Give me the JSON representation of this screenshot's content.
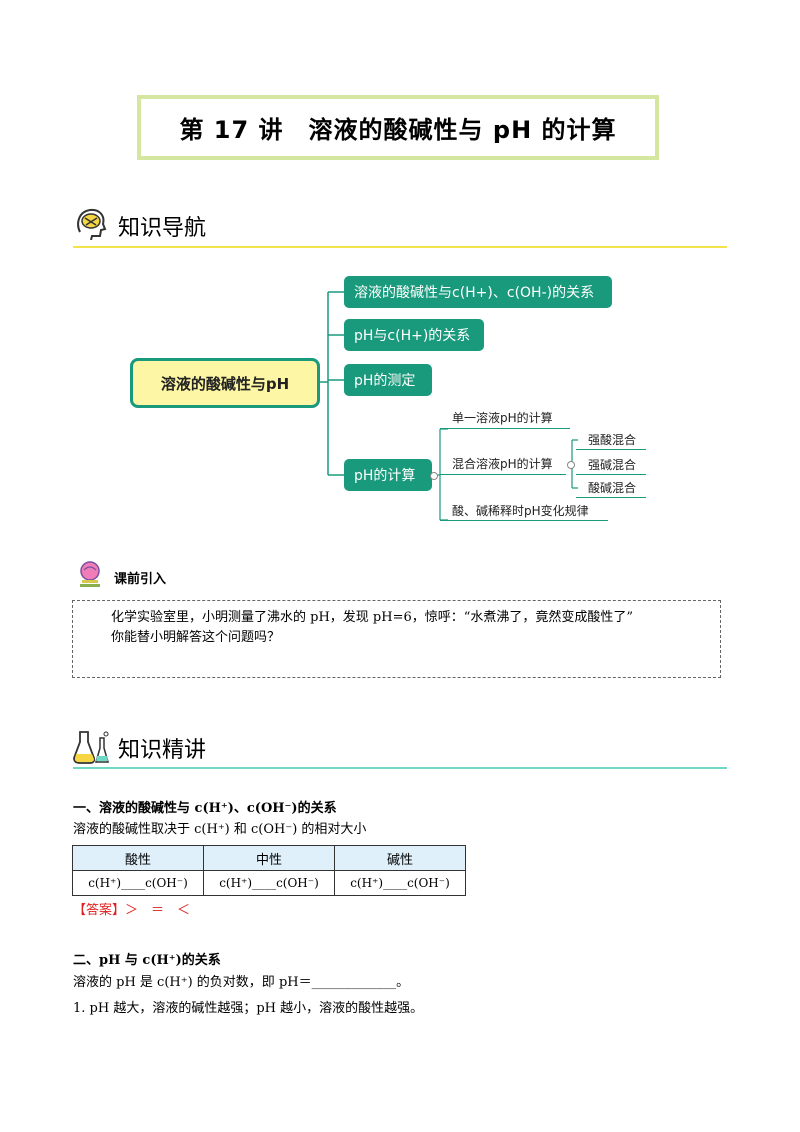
{
  "title": "第 17 讲　溶液的酸碱性与 pH 的计算",
  "nav_section": {
    "heading": "知识导航"
  },
  "mindmap": {
    "root": "溶液的酸碱性与pH",
    "branches": [
      "溶液的酸碱性与c(H+)、c(OH-)的关系",
      "pH与c(H+)的关系",
      "pH的测定",
      "pH的计算"
    ],
    "calc_children": [
      "单一溶液pH的计算",
      "混合溶液pH的计算",
      "酸、碱稀释时pH变化规律"
    ],
    "mix_children": [
      "强酸混合",
      "强碱混合",
      "酸碱混合"
    ]
  },
  "intro": {
    "heading": "课前引入",
    "line1": "化学实验室里，小明测量了沸水的 pH，发现 pH=6，惊呼：“水煮沸了，竟然变成酸性了”",
    "line2": "你能替小明解答这个问题吗？"
  },
  "lecture_section": {
    "heading": "知识精讲"
  },
  "part1": {
    "heading": "一、溶液的酸碱性与 c(H⁺)、c(OH⁻)的关系",
    "desc": "溶液的酸碱性取决于 c(H⁺) 和 c(OH⁻) 的相对大小",
    "table": {
      "headers": [
        "酸性",
        "中性",
        "碱性"
      ],
      "cells": [
        "c(H⁺)____c(OH⁻)",
        "c(H⁺)____c(OH⁻)",
        "c(H⁺)____c(OH⁻)"
      ]
    },
    "answer": "【答案】＞　＝　＜"
  },
  "part2": {
    "heading": "二、pH 与 c(H⁺)的关系",
    "line1": "溶液的 pH 是 c(H⁺) 的负对数，即 pH＝_____________。",
    "line2": "1. pH 越大，溶液的碱性越强；pH 越小，溶液的酸性越强。"
  },
  "colors": {
    "teal": "#1a9a7c",
    "yellow_box": "#fdf6a4",
    "answer_red": "#e02020"
  }
}
